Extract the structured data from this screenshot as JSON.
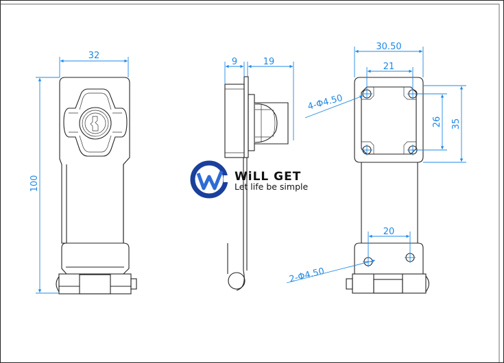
{
  "dimensions": {
    "front_width": "32",
    "front_height": "100",
    "side_depth_plate": "9",
    "side_depth_lock": "19",
    "top_plate_width": "30.50",
    "top_hole_spacing_x": "21",
    "top_hole_spacing_y": "26",
    "top_plate_height": "35",
    "top_holes": "4-Φ4.50",
    "bottom_hole_spacing": "20",
    "bottom_holes": "2-Φ4.50"
  },
  "logo": {
    "name": "WiLL GET",
    "slogan": "Let life be simple",
    "colors": {
      "primary": "#1a3f9c",
      "accent": "#2e6bd6"
    }
  },
  "colors": {
    "dimension": "#1e88e5",
    "outline": "#222222"
  }
}
